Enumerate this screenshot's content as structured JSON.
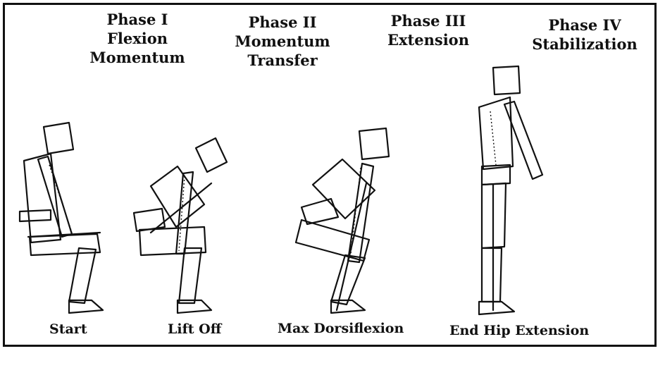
{
  "phases": [
    {
      "line1": "Phase I",
      "line2": "Flexion",
      "line3": "Momentum"
    },
    {
      "line1": "Phase II",
      "line2": "Momentum",
      "line3": "Transfer"
    },
    {
      "line1": "Phase III",
      "line2": "Extension"
    },
    {
      "line1": "Phase IV",
      "line2": "Stabilization"
    }
  ],
  "events": {
    "start": "Start",
    "lift_off": "Lift Off",
    "max_dorsiflexion": "Max Dorsiflexion",
    "end_hip_extension": "End Hip Extension"
  },
  "colors": {
    "ink": "#111111",
    "background": "#ffffff"
  }
}
